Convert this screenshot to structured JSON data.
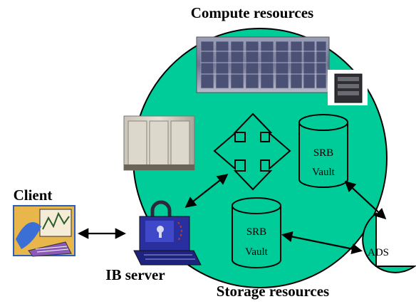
{
  "labels": {
    "compute": "Compute resources",
    "storage": "Storage resources",
    "client": "Client",
    "ib_server": "IB server"
  },
  "vaults": [
    {
      "line1": "SRB",
      "line2": "Vault"
    },
    {
      "line1": "SRB",
      "line2": "Vault"
    }
  ],
  "ads": {
    "label": "ADS"
  },
  "colors": {
    "circle_fill": "#00cc99",
    "outline": "#000000",
    "background": "#ffffff"
  },
  "icons": {
    "compute_rack_large": "server-rack-icon",
    "compute_rack_small": "server-tower-icon",
    "storage_cabinet": "storage-cabinet-icon",
    "client_computer": "monitor-chart-icon",
    "ib_server": "padlock-computer-icon",
    "center_arrows": "four-way-arrow-icon"
  }
}
